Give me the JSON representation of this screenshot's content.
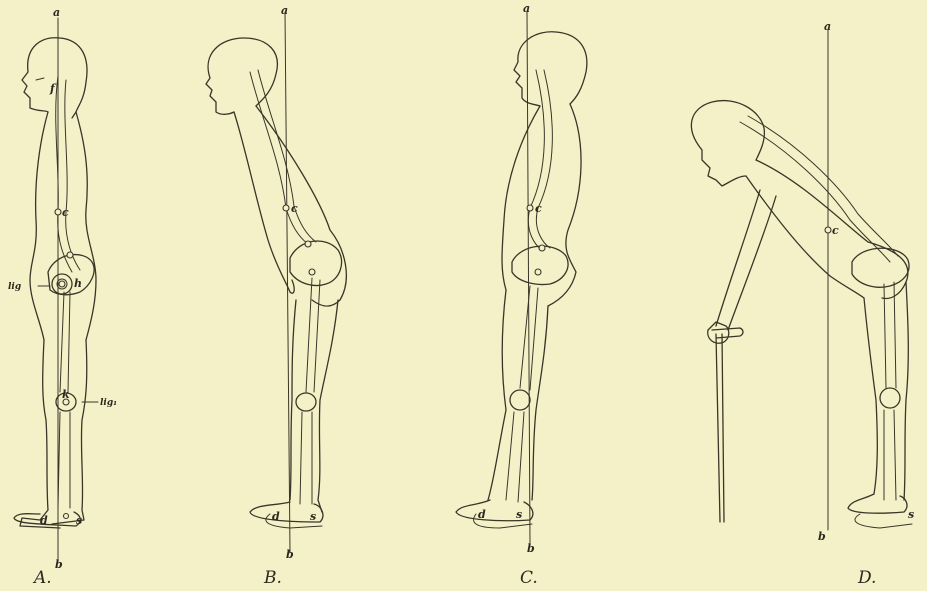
{
  "figures": [
    {
      "caption": "A.",
      "axis_top": "a",
      "axis_bottom": "b",
      "points": [
        "c",
        "f",
        "h",
        "k",
        "d",
        "s"
      ],
      "ligaments": [
        "lig",
        "lig₁"
      ]
    },
    {
      "caption": "B.",
      "axis_top": "a",
      "axis_bottom": "b",
      "points": [
        "c",
        "d",
        "s"
      ]
    },
    {
      "caption": "C.",
      "axis_top": "a",
      "axis_bottom": "b",
      "points": [
        "c",
        "d",
        "s"
      ]
    },
    {
      "caption": "D.",
      "axis_top": "a",
      "axis_bottom": "b",
      "points": [
        "c",
        "s"
      ]
    }
  ],
  "colors": {
    "paper": "#f4f1c8",
    "ink": "#3a3528"
  }
}
